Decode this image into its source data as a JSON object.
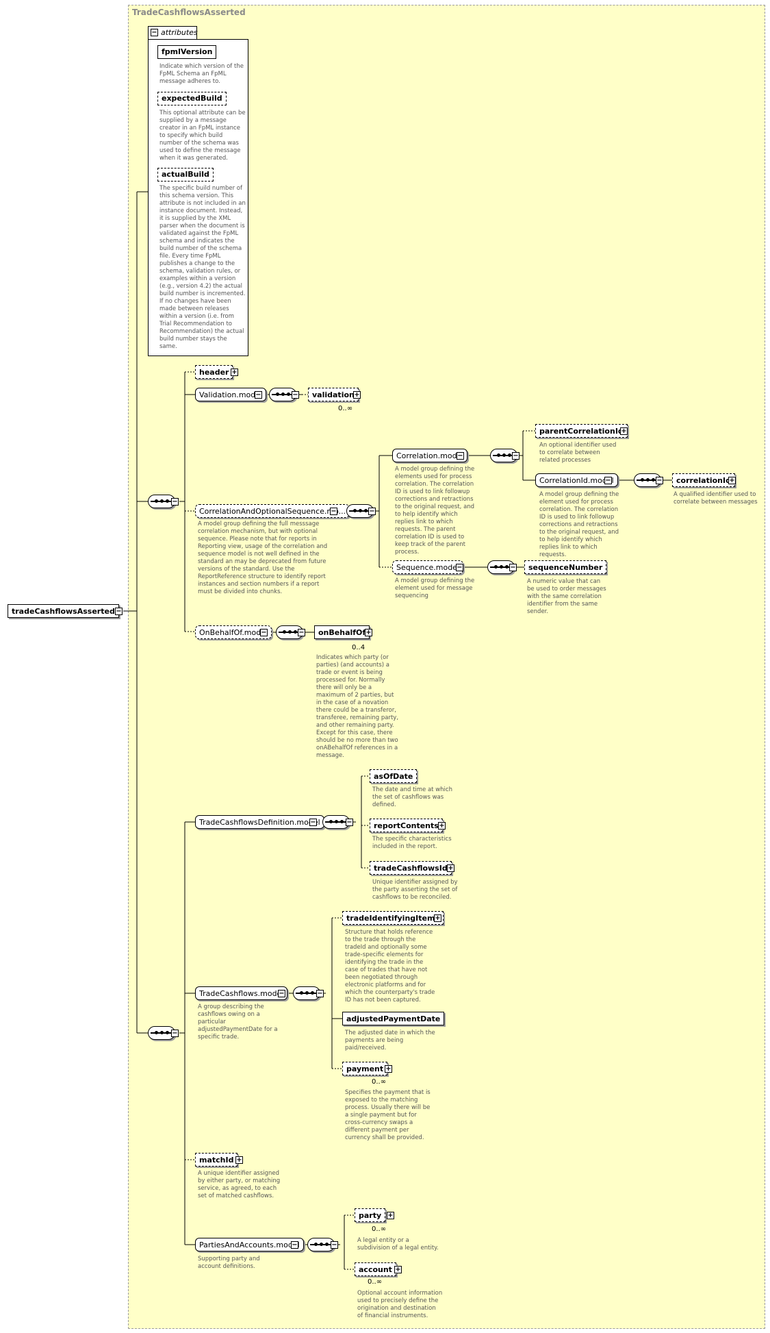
{
  "diagram": {
    "type_title": "TradeCashflowsAsserted",
    "root": "tradeCashflowsAsserted",
    "attributes_label": "attributes",
    "attributes": [
      {
        "name": "fpmlVersion",
        "doc": "Indicate which version of the FpML Schema an FpML message adheres to."
      },
      {
        "name": "expectedBuild",
        "doc": "This optional attribute can be supplied by a message creator in an FpML instance to specify which build number of the schema was used to define the message when it was generated."
      },
      {
        "name": "actualBuild",
        "doc": "The specific build number of this schema version. This attribute is not included in an instance document. Instead, it is supplied by the XML parser when the document is validated against the FpML schema and indicates the build number of the schema file. Every time FpML publishes a change to the schema, validation rules, or examples within a version (e.g., version 4.2) the actual build number is incremented. If no changes have been made between releases within a version (i.e. from Trial Recommendation to Recommendation) the actual build number stays the same."
      }
    ],
    "header": "header",
    "validation_model": "Validation.model",
    "validation": "validation",
    "validation_card": "0..∞",
    "corr_opt_seq": "CorrelationAndOptionalSequence.mo...",
    "corr_opt_seq_doc": "A model group defining the full messsage correlation mechanism, but with optional sequence. Please note that for reports in Reporting view, usage of the correlation and sequence model is not well defined in the standard an may be deprecated from future versions of the standard. Use the ReportReference structure to identify report instances and section numbers if a report must be divided into chunks.",
    "correlation_model": "Correlation.model",
    "correlation_model_doc": "A model group defining the elements used for process correlation. The correlation ID is used to link followup corrections and retractions to the original request, and to help identify which replies link to which requests. The parent correlation ID is used to keep track of the parent process.",
    "parent_correlation": "parentCorrelationId",
    "parent_correlation_doc": "An optional identifier used to correlate between related processes",
    "correlation_id_model": "CorrelationId.model",
    "correlation_id_model_doc": "A model group defining the element used for process correlation. The correlation ID is used to link followup corrections and retractions to the original request, and to help identify which replies link to which requests.",
    "correlation_id": "correlationId",
    "correlation_id_doc": "A qualified identifier used to correlate between messages",
    "sequence_model": "Sequence.model",
    "sequence_model_doc": "A model group defining the element used for message sequencing",
    "sequence_number": "sequenceNumber",
    "sequence_number_doc": "A numeric value that can be used to order messages with the same correlation identifier from the same sender.",
    "on_behalf_model": "OnBehalfOf.model",
    "on_behalf": "onBehalfOf",
    "on_behalf_card": "0..4",
    "on_behalf_doc": "Indicates which party (or parties) (and accounts) a trade or event is being processed for. Normally there will only be a maximum of 2 parties, but in the case of a novation there could be a transferor, transferee, remaining party, and other remaining party. Except for this case, there should be no more than two onABehalfOf references in a message.",
    "tcf_def_model": "TradeCashflowsDefinition.model",
    "as_of_date": "asOfDate",
    "as_of_date_doc": "The date and time at which the set of cashflows was defined.",
    "report_contents": "reportContents",
    "report_contents_doc": "The specific characteristics included in the report.",
    "tcf_id": "tradeCashflowsId",
    "tcf_id_doc": "Unique identifier assigned by the party asserting the set of cashflows to be reconciled.",
    "tcf_model": "TradeCashflows.model",
    "tcf_model_doc": "A group describing the cashflows owing on a particular adjustedPaymentDate for a specific trade.",
    "trade_identifying": "tradeIdentifyingItems",
    "trade_identifying_doc": "Structure that holds reference to the trade through the tradeId and optionally some trade-specific elements for identifying the trade in the case of trades that have not been negotiated through electronic platforms and for which the counterparty's trade ID has not been captured.",
    "adjusted_payment_date": "adjustedPaymentDate",
    "adjusted_payment_date_doc": "The adjusted date in which the payments are being paid/received.",
    "payment": "payment",
    "payment_card": "0..∞",
    "payment_doc": "Specifies the payment that is exposed to the matching process. Usually there will be a single payment but for cross-currency swaps a different payment per currency shall be provided.",
    "match_id": "matchId",
    "match_id_doc": "A unique identifier assigned by either party, or matching service, as agreed, to each set of matched cashflows.",
    "parties_model": "PartiesAndAccounts.model",
    "parties_model_doc": "Supporting party and account definitions.",
    "party": "party",
    "party_card": "0..∞",
    "party_doc": "A legal entity or a subdivision of a legal entity.",
    "account": "account",
    "account_card": "0..∞",
    "account_doc": "Optional account information used to precisely define the origination and destination of financial instruments."
  }
}
